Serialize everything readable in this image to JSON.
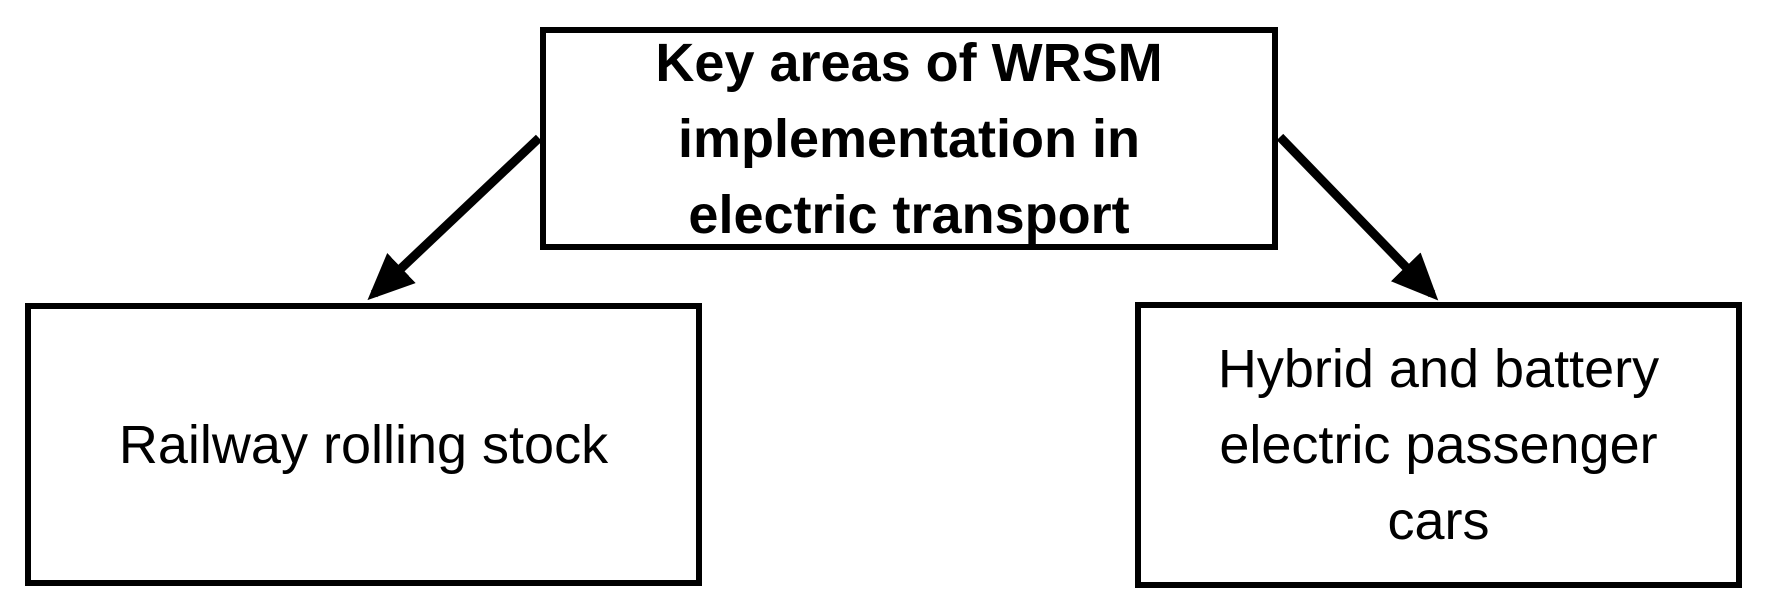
{
  "page": {
    "background_color": "#ffffff",
    "line_color": "#000000"
  },
  "diagram": {
    "type": "flowchart",
    "root_node": {
      "label": "Key areas of WRSM implementation in electric transport",
      "lines": [
        "Key areas of WRSM",
        "implementation in",
        "electric transport"
      ]
    },
    "child_nodes": [
      {
        "label": "Railway rolling stock",
        "lines": [
          "Railway rolling stock"
        ]
      },
      {
        "label": "Hybrid and battery electric passenger cars",
        "lines": [
          "Hybrid and battery",
          "electric passenger",
          "cars"
        ]
      }
    ],
    "connectors": [
      {
        "from": "root",
        "to": "railway-rolling-stock"
      },
      {
        "from": "root",
        "to": "hybrid-battery-cars"
      }
    ]
  }
}
